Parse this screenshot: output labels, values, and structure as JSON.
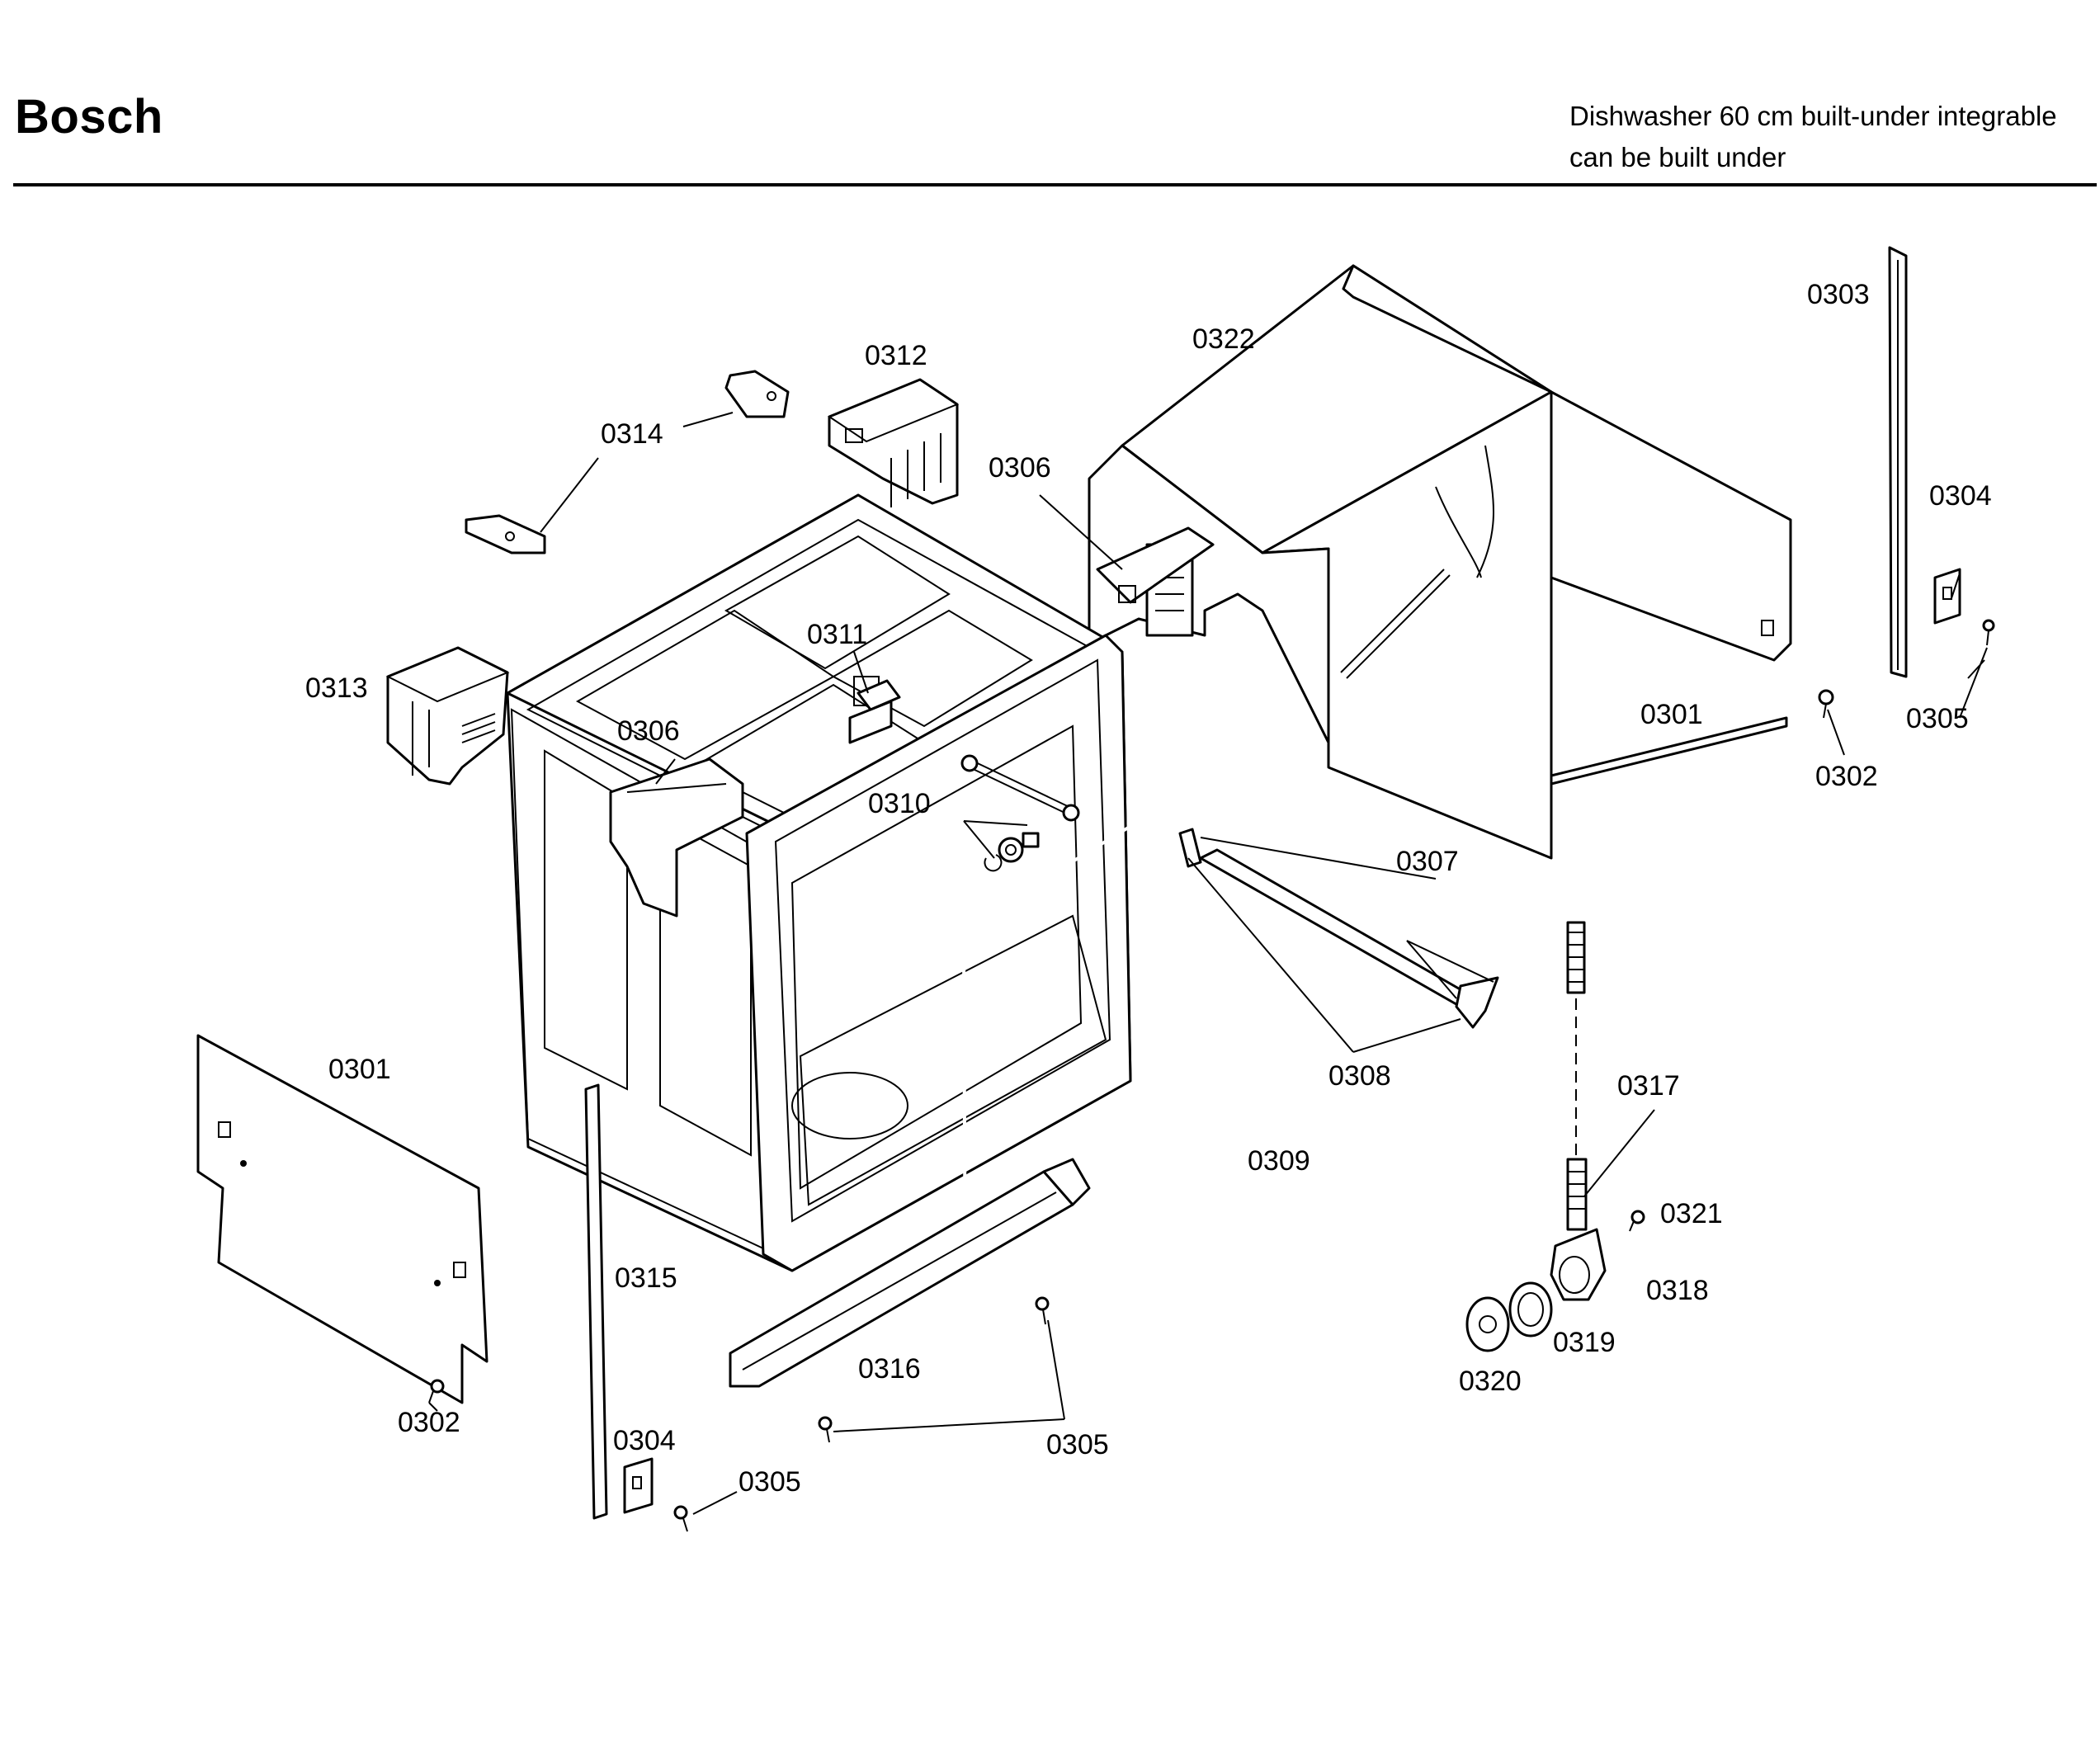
{
  "header": {
    "brand": "Bosch",
    "model_line1": "Dishwasher 60 cm built-under integrable",
    "model_line2": "can be built under"
  },
  "parts": {
    "p0301_a": "0301",
    "p0301_b": "0301",
    "p0302_a": "0302",
    "p0302_b": "0302",
    "p0303": "0303",
    "p0304_a": "0304",
    "p0304_b": "0304",
    "p0305_a": "0305",
    "p0305_b": "0305",
    "p0305_c": "0305",
    "p0306_a": "0306",
    "p0306_b": "0306",
    "p0307": "0307",
    "p0308": "0308",
    "p0309": "0309",
    "p0310": "0310",
    "p0311": "0311",
    "p0312": "0312",
    "p0313": "0313",
    "p0314": "0314",
    "p0315": "0315",
    "p0316": "0316",
    "p0317": "0317",
    "p0318": "0318",
    "p0319": "0319",
    "p0320": "0320",
    "p0321": "0321",
    "p0322": "0322"
  }
}
